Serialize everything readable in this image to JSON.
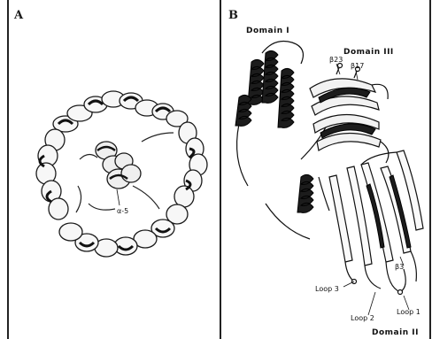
{
  "panels": {
    "a": {
      "letter": "A",
      "labels": {
        "alpha5": "α-5"
      }
    },
    "b": {
      "letter": "B",
      "labels": {
        "domain1": "Domain I",
        "domain3": "Domain III",
        "domain2": "Domain II",
        "b23": "β23",
        "b17": "β17",
        "b3": "β3",
        "loop1": "Loop 1",
        "loop2": "Loop 2",
        "loop3": "Loop 3"
      }
    }
  },
  "colors": {
    "ink": "#111111",
    "helix_dark": "#1c1c1c",
    "sheet_light": "#f4f4f4"
  }
}
